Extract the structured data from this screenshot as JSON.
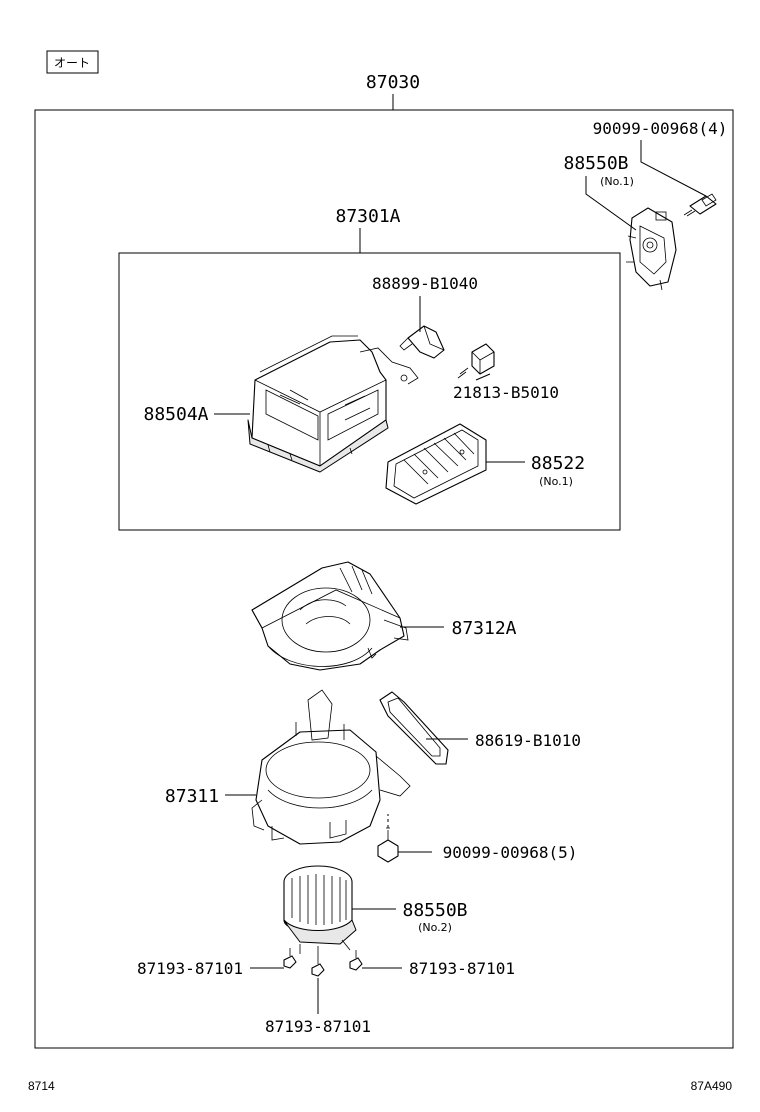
{
  "tag_label": "オート",
  "footer_left": "8714",
  "footer_right": "87A490",
  "parts": {
    "p87030": "87030",
    "p90099_00968_4": "90099-00968(4)",
    "p88550B_1": "88550B",
    "p88550B_1_sub": "(No.1)",
    "p87301A": "87301A",
    "p88899_B1040": "88899-B1040",
    "p21813_B5010": "21813-B5010",
    "p88504A": "88504A",
    "p88522": "88522",
    "p88522_sub": "(No.1)",
    "p87312A": "87312A",
    "p88619_B1010": "88619-B1010",
    "p87311": "87311",
    "p90099_00968_5": "90099-00968(5)",
    "p88550B_2": "88550B",
    "p88550B_2_sub": "(No.2)",
    "p87193_left": "87193-87101",
    "p87193_right": "87193-87101",
    "p87193_bottom": "87193-87101"
  }
}
